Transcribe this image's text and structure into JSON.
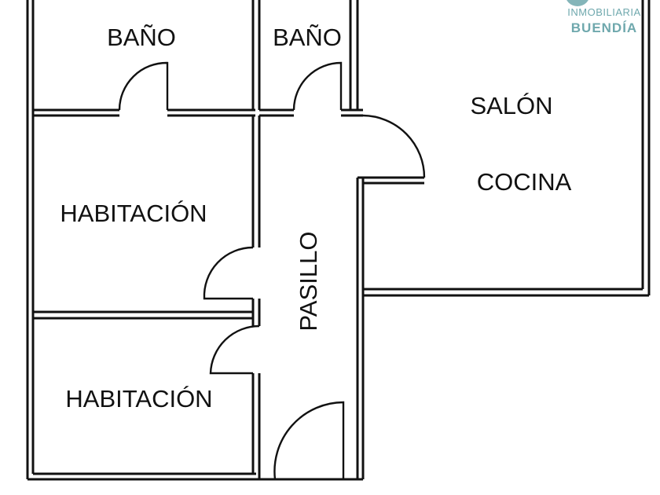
{
  "rooms": {
    "bano_left": "BAÑO",
    "bano_right": "BAÑO",
    "salon": "SALÓN",
    "cocina": "COCINA",
    "habitacion_top": "HABITACIÓN",
    "habitacion_bottom": "HABITACIÓN",
    "pasillo": "PASILLO"
  },
  "logo": {
    "line1": "INMOBILIARIA",
    "line2": "BUENDÍA",
    "color": "#6fa8ad"
  },
  "colors": {
    "wall": "#111111",
    "background": "#ffffff"
  }
}
